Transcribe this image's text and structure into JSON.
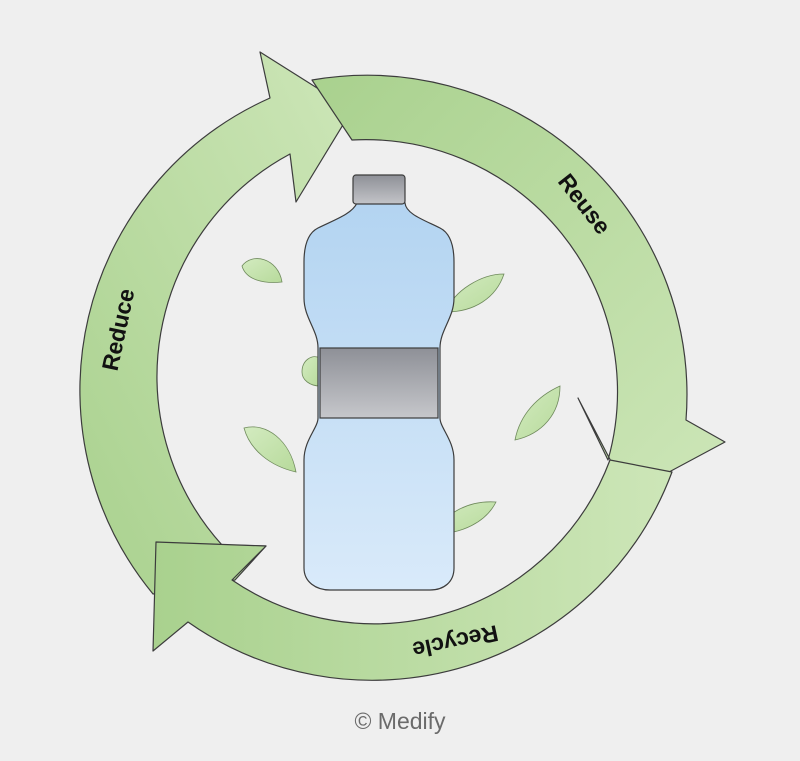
{
  "cycle": {
    "labels": {
      "reduce": "Reduce",
      "reuse": "Reuse",
      "recycle": "Recycle"
    }
  },
  "credit": "© Medify",
  "colors": {
    "background": "#efefef",
    "arrow_fill_dark": "#a9d18e",
    "arrow_fill_light": "#c9e3b4",
    "arrow_stroke": "#3c3c3c",
    "bottle_fill_top": "#b6d6f2",
    "bottle_fill_bottom": "#d6e9f9",
    "label_band": "#9a9ca3",
    "leaf": "#c5e2ad"
  }
}
